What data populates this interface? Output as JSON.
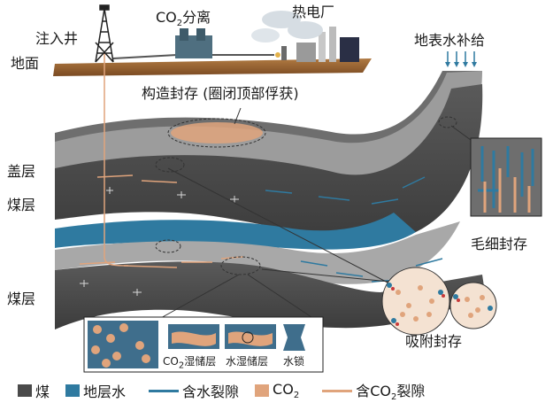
{
  "labels": {
    "injection_well": "注入井",
    "co2_separation_prefix": "CO",
    "co2_separation_sub": "2",
    "co2_separation_suffix": "分离",
    "power_plant": "热电厂",
    "ground": "地面",
    "surface_water": "地表水补给",
    "structural_trap": "构造封存 (圈闭顶部俘获)",
    "caprock": "盖层",
    "coal_seam_upper": "煤层",
    "coal_seam_lower": "煤层",
    "capillary_trap": "毛细封存",
    "adsorption_trap": "吸附封存",
    "inset_co2_prefix": "CO",
    "inset_co2_sub": "2",
    "inset_co2_suffix": "湿储层",
    "inset_water_reservoir": "水湿储层",
    "inset_water_lock": "水锁"
  },
  "legend": [
    {
      "label": "煤",
      "kind": "swatch",
      "color": "#4a4a4a"
    },
    {
      "label": "地层水",
      "kind": "swatch",
      "color": "#2f7aa0"
    },
    {
      "label": "含水裂隙",
      "kind": "line",
      "color": "#2f7aa0"
    },
    {
      "label_prefix": "CO",
      "label_sub": "2",
      "label": "CO2",
      "kind": "swatch",
      "color": "#e0a47c"
    },
    {
      "label_prefix": "含CO",
      "label_sub": "2",
      "label_suffix": "裂隙",
      "label": "含CO2裂隙",
      "kind": "line",
      "color": "#e0a47c"
    }
  ],
  "colors": {
    "coal": "#4a4a4a",
    "formation_water": "#2f7aa0",
    "co2": "#e0a47c",
    "caprock": "#9a9a9a",
    "soil": "#8b5a2b"
  }
}
